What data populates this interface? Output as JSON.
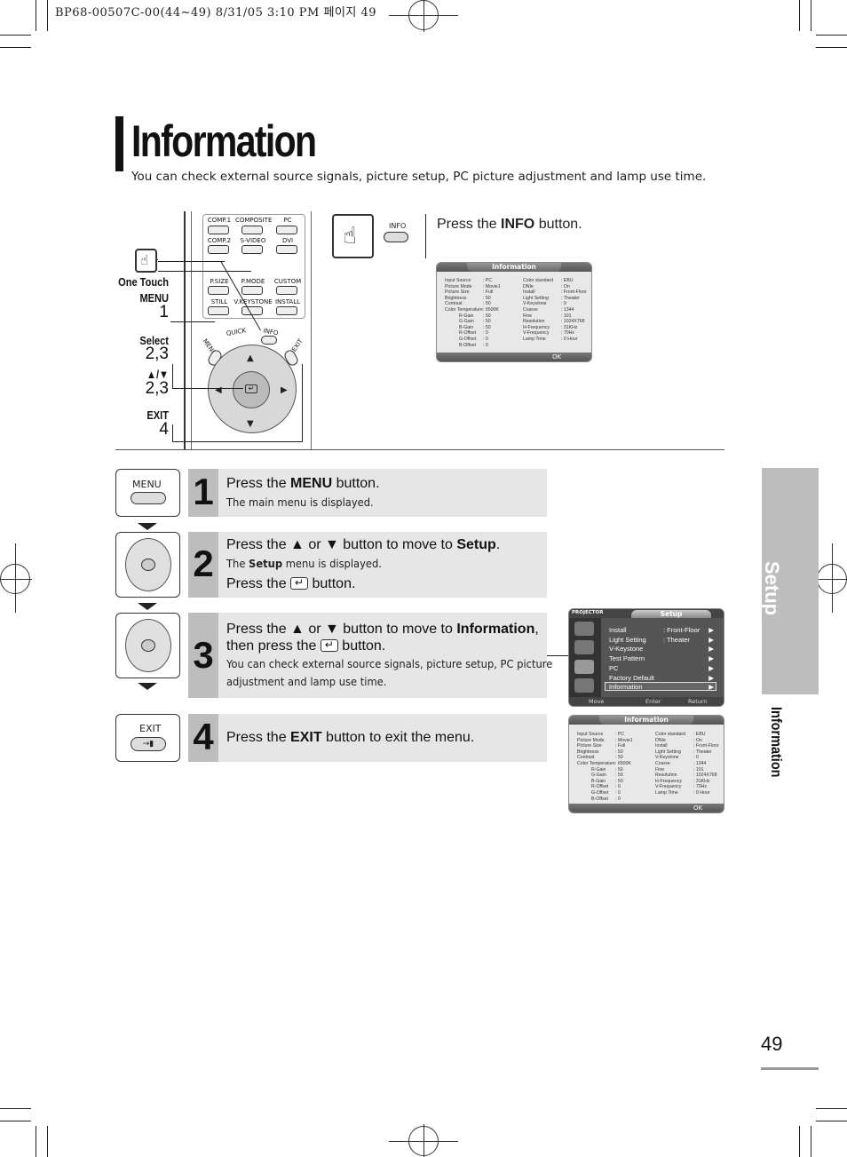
{
  "header": {
    "print_info": "BP68-00507C-00(44~49)  8/31/05  3:10 PM 페이지 49"
  },
  "title": "Information",
  "subtitle": "You can check external source signals, picture setup, PC picture adjustment and lamp use time.",
  "remote": {
    "buttons_row1": [
      "COMP.1",
      "COMPOSITE",
      "PC"
    ],
    "buttons_row2": [
      "COMP.2",
      "S-VIDEO",
      "DVI"
    ],
    "buttons_row3": [
      "P.SIZE",
      "P.MODE",
      "CUSTOM"
    ],
    "buttons_row4": [
      "STILL",
      "V.KEYSTONE",
      "INSTALL"
    ],
    "keys": {
      "menu": "MENU",
      "quick": "QUICK",
      "info": "INFO",
      "exit": "EXIT"
    },
    "labels": {
      "one_touch": "One Touch",
      "menu": "MENU",
      "menu_num": "1",
      "select": "Select",
      "select_num": "2,3",
      "arrows": "▲/▼",
      "arrows_num": "2,3",
      "exit": "EXIT",
      "exit_num": "4"
    }
  },
  "info_instruction": {
    "prefix": "Press the ",
    "bold": "INFO",
    "suffix": " button.",
    "key_label": "INFO"
  },
  "info_osd": {
    "title": "Information",
    "left": [
      [
        "Input Source",
        ": PC"
      ],
      [
        "Picture Mode",
        ": Movie1"
      ],
      [
        "Picture Size",
        ": Full"
      ],
      [
        "Brightness",
        ": 50"
      ],
      [
        "Contrast",
        ": 50"
      ],
      [
        "Color Temperature",
        ": 6500K"
      ],
      [
        "R-Gain",
        ": 50"
      ],
      [
        "G-Gain",
        ": 50"
      ],
      [
        "B-Gain",
        ": 50"
      ],
      [
        "R-Offset",
        ": 0"
      ],
      [
        "G-Offset",
        ": 0"
      ],
      [
        "B-Offset",
        ": 0"
      ]
    ],
    "right": [
      [
        "Color standard",
        ": EBU"
      ],
      [
        "DNIe",
        ": On"
      ],
      [
        "Install",
        ": Front-Floor"
      ],
      [
        "Light Setting",
        ": Theater"
      ],
      [
        "V-Keystone",
        ": 0"
      ],
      [
        "Coarse",
        ": 1344"
      ],
      [
        "Fine",
        ": 101"
      ],
      [
        "Resolution",
        ": 1024X768"
      ],
      [
        "H-Frequency",
        ": 31KHz"
      ],
      [
        "V-Frequency",
        ": 70Hz"
      ],
      [
        "Lamp Time",
        ": 0 Hour"
      ]
    ],
    "ok": "OK"
  },
  "steps": [
    {
      "num": "1",
      "icon_label": "MENU",
      "main_prefix": "Press the ",
      "main_bold": "MENU",
      "main_suffix": " button.",
      "sub": "The main menu is displayed."
    },
    {
      "num": "2",
      "main_prefix": "Press the ▲ or ▼ button to move to ",
      "main_bold": "Setup",
      "main_suffix": ".",
      "sub_prefix": "The ",
      "sub_bold": "Setup",
      "sub_suffix": " menu is displayed.",
      "main2_prefix": "Press the ",
      "main2_suffix": " button."
    },
    {
      "num": "3",
      "main_prefix": "Press the ▲ or ▼ button to move to ",
      "main_bold": "Information",
      "main_suffix": ",",
      "main2_prefix": "then press the ",
      "main2_suffix": " button.",
      "sub1": "You can check external source signals, picture setup, PC picture",
      "sub2": "adjustment and lamp use time."
    },
    {
      "num": "4",
      "icon_label": "EXIT",
      "main_prefix": "Press the ",
      "main_bold": "EXIT",
      "main_suffix": " button to exit the menu."
    }
  ],
  "setup_osd": {
    "brand": "PROJECTOR",
    "title": "Setup",
    "items": [
      [
        "Install",
        ": Front-Floor"
      ],
      [
        "Light Setting",
        ": Theater"
      ],
      [
        "V-Keystone",
        ""
      ],
      [
        "Test Pattern",
        ""
      ],
      [
        "PC",
        ""
      ],
      [
        "Factory Default",
        ""
      ],
      [
        "Information",
        ""
      ]
    ],
    "footer": {
      "move": "Move",
      "enter": "Enter",
      "return": "Return"
    }
  },
  "side_tab": {
    "section": "Setup",
    "topic": "Information"
  },
  "page_number": "49"
}
